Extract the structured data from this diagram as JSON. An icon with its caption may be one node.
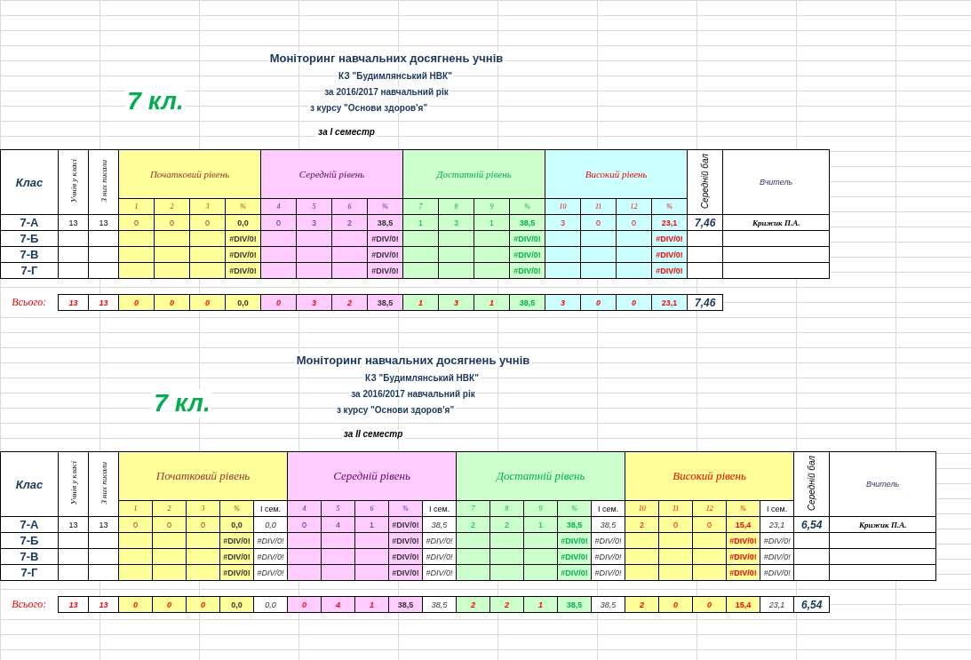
{
  "diagram": {
    "labels": [
      "Моніторинг навчальних досягнень учнів",
      "КЗ \"Будимлянський НВК\"",
      "за 2016/2017 навчальний рік",
      "7 кл.",
      "з курсу \"Основи здоров'я\"",
      "за І семестр",
      "Клас",
      "Учнів у класі",
      "З них писали",
      "Початковий рівень",
      "Середній рівень",
      "Достатній рівень",
      "Високий рівень",
      "Середній бал",
      "Вчитель",
      "1",
      "2",
      "3",
      "%",
      "4",
      "5",
      "6",
      "%",
      "7",
      "8",
      "9",
      "%",
      "10",
      "11",
      "12",
      "%",
      "7-А",
      "13",
      "13",
      "0",
      "0",
      "0",
      "0,0",
      "0",
      "3",
      "2",
      "38,5",
      "1",
      "3",
      "1",
      "38,5",
      "3",
      "0",
      "0",
      "23,1",
      "7,46",
      "Крижик П.А.",
      "7-Б",
      "#DIV/0!",
      "#DIV/0!",
      "#DIV/0!",
      "#DIV/0!",
      "7-В",
      "#DIV/0!",
      "#DIV/0!",
      "#DIV/0!",
      "#DIV/0!",
      "7-Г",
      "#DIV/0!",
      "#DIV/0!",
      "#DIV/0!",
      "#DIV/0!",
      "Всього:",
      "13",
      "13",
      "0",
      "0",
      "0",
      "0,0",
      "0",
      "3",
      "2",
      "38,5",
      "1",
      "3",
      "1",
      "38,5",
      "3",
      "0",
      "0",
      "23,1",
      "7,46",
      "Моніторинг навчальних досягнень учнів",
      "КЗ \"Будимлянський НВК\"",
      "за 2016/2017 навчальний рік",
      "7 кл.",
      "з курсу \"Основи здоров'я\"",
      "за ІІ семестр",
      "Клас",
      "Учнів у класі",
      "З них писали",
      "Початковий рівень",
      "Середній рівень",
      "Достатній рівень",
      "Високий рівень",
      "Середній бал",
      "Вчитель",
      "1",
      "2",
      "3",
      "%",
      "І сем.",
      "4",
      "5",
      "6",
      "%",
      "І сем.",
      "7",
      "8",
      "9",
      "%",
      "І сем.",
      "10",
      "11",
      "12",
      "%",
      "І сем.",
      "7-А",
      "13",
      "13",
      "0",
      "0",
      "0",
      "0,0",
      "0,0",
      "0",
      "4",
      "1",
      "#DIV/0!",
      "38,5",
      "2",
      "2",
      "1",
      "38,5",
      "38,5",
      "2",
      "0",
      "0",
      "15,4",
      "23,1",
      "6,54",
      "Крижик П.А.",
      "7-Б",
      "#DIV/0!",
      "#DIV/0!",
      "#DIV/0!",
      "#DIV/0!",
      "#DIV/0!",
      "#DIV/0!",
      "#DIV/0!",
      "#DIV/0!",
      "7-В",
      "#DIV/0!",
      "#DIV/0!",
      "#DIV/0!",
      "#DIV/0!",
      "#DIV/0!",
      "#DIV/0!",
      "#DIV/0!",
      "#DIV/0!",
      "7-Г",
      "#DIV/0!",
      "#DIV/0!",
      "#DIV/0!",
      "#DIV/0!",
      "#DIV/0!",
      "#DIV/0!",
      "#DIV/0!",
      "#DIV/0!",
      "Всього:",
      "13",
      "13",
      "0",
      "0",
      "0",
      "0,0",
      "0,0",
      "0",
      "4",
      "1",
      "38,5",
      "38,5",
      "2",
      "2",
      "1",
      "38,5",
      "38,5",
      "2",
      "0",
      "0",
      "15,4",
      "23,1",
      "6,54"
    ]
  }
}
